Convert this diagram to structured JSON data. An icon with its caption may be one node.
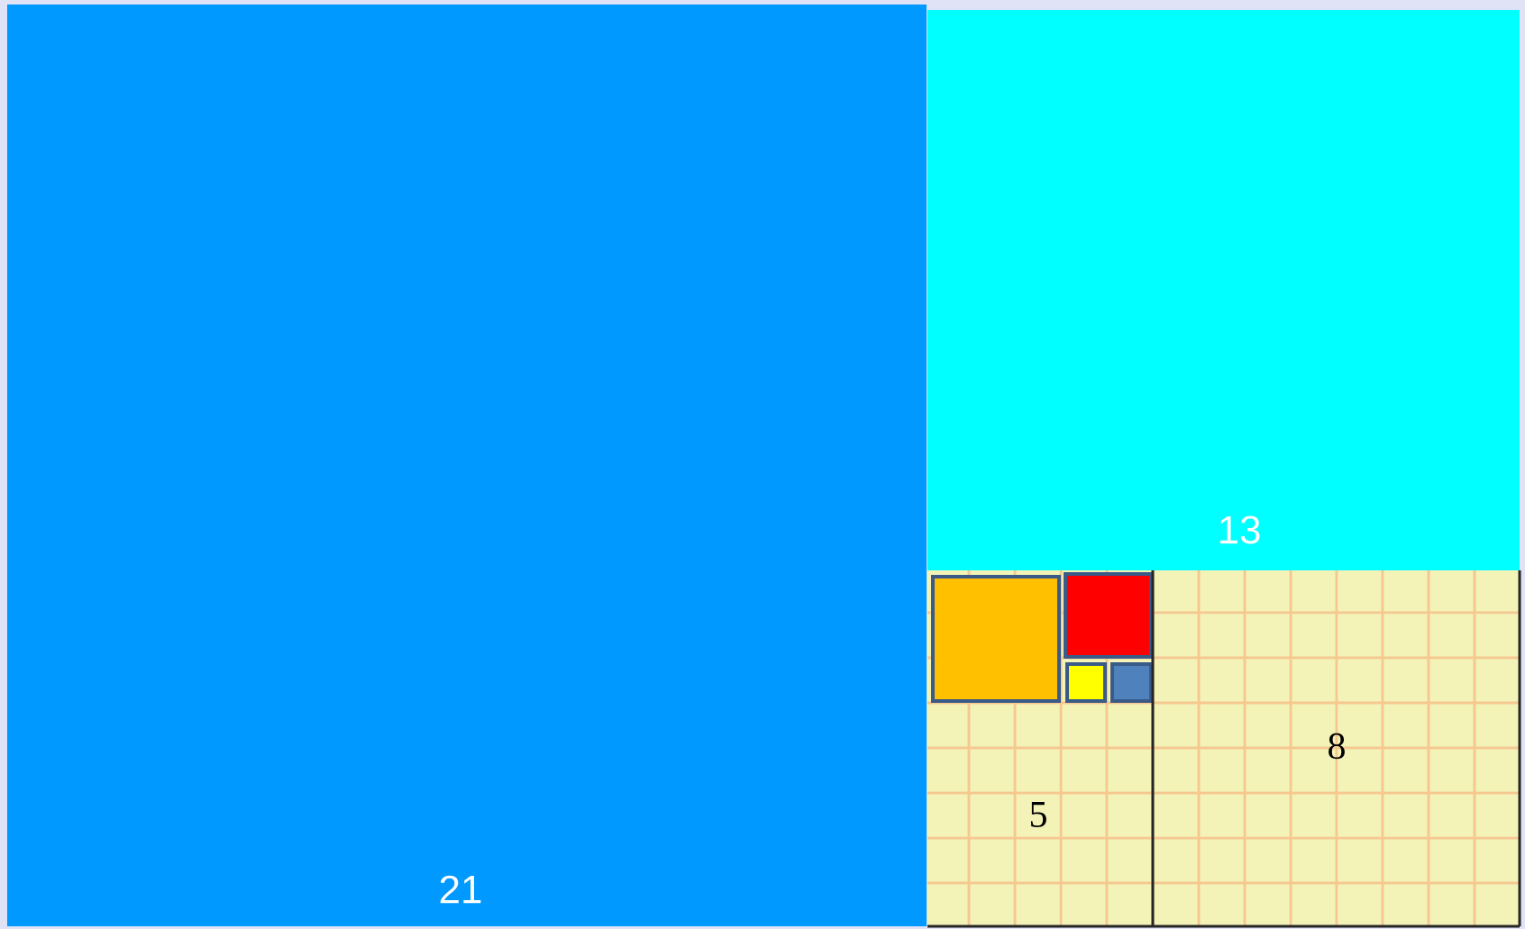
{
  "diagram": {
    "nodes": [
      {
        "text": [
          "21"
        ]
      },
      {
        "text": [
          "13"
        ]
      },
      {
        "text": [],
        "shape": "box"
      },
      {
        "text": [],
        "shape": "box"
      },
      {
        "text": [],
        "shape": "box"
      },
      {
        "text": [],
        "shape": "box"
      },
      {
        "text": [
          "8"
        ]
      },
      {
        "text": [
          "5"
        ]
      }
    ]
  }
}
